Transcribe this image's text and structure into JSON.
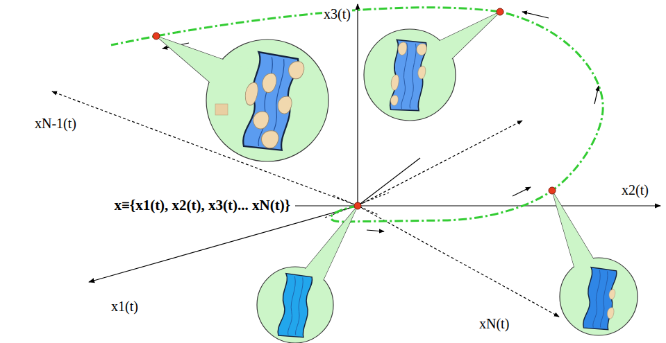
{
  "diagram": {
    "labels": [
      "x3(t)",
      "xN-1(t)",
      "x2(t)",
      "x≡{x1(t), x2(t), x3(t)... xN(t)}",
      "x1(t)",
      "xN(t)"
    ]
  }
}
